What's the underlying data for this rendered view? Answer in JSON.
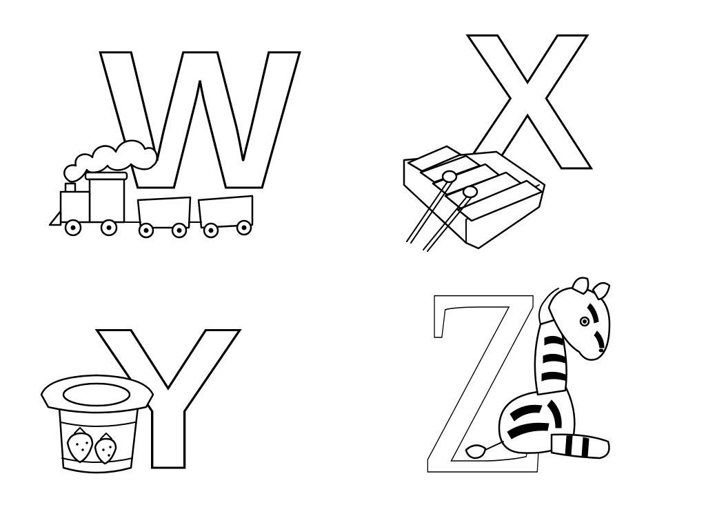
{
  "letters": {
    "w": "W",
    "x": "X",
    "y": "Y",
    "z": "Z"
  },
  "pictures": {
    "w": "train-icon",
    "x": "xylophone-icon",
    "y": "yogurt-cup-icon",
    "z": "zebra-icon"
  },
  "colors": {
    "ink": "#000000",
    "paper": "#ffffff"
  }
}
